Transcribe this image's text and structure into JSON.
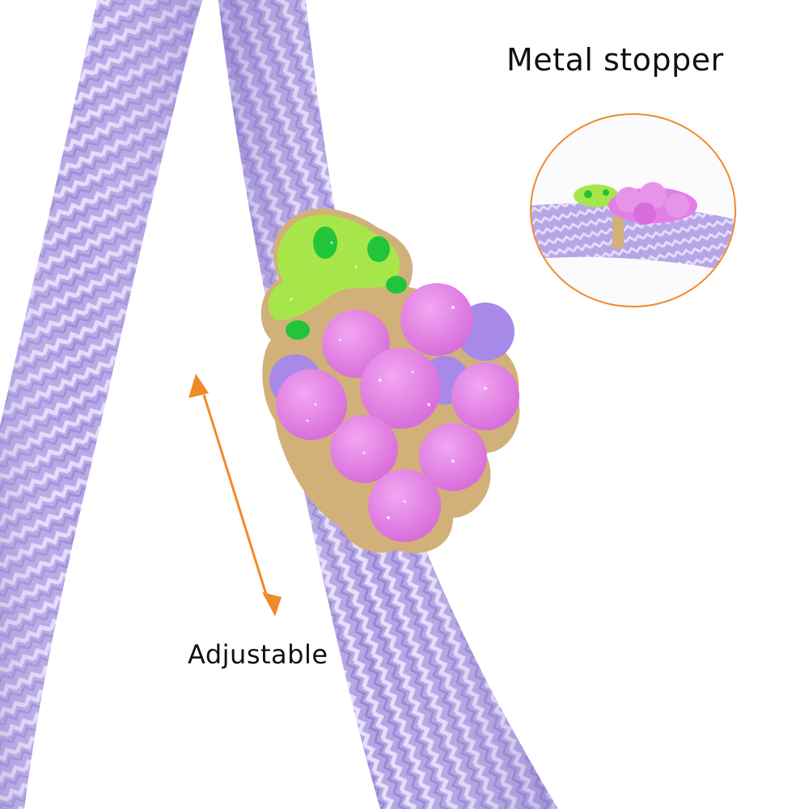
{
  "labels": {
    "top_callout": "Metal stopper",
    "bottom_callout": "Adjustable"
  },
  "colors": {
    "cord": "#b6a6e6",
    "cord_highlight": "#e4dcfb",
    "cord_shadow": "#8f7fcc",
    "grape": "#e27ee6",
    "grape_shadow": "#a78ae8",
    "leaf": "#a7e64a",
    "leaf_spot": "#22c43a",
    "metal_rim": "#d2b07a",
    "accent_orange": "#f08a2a"
  },
  "icons": {
    "arrow": "double-headed-arrow",
    "charm": "grape-charm",
    "inset": "magnified-stopper-inset"
  }
}
